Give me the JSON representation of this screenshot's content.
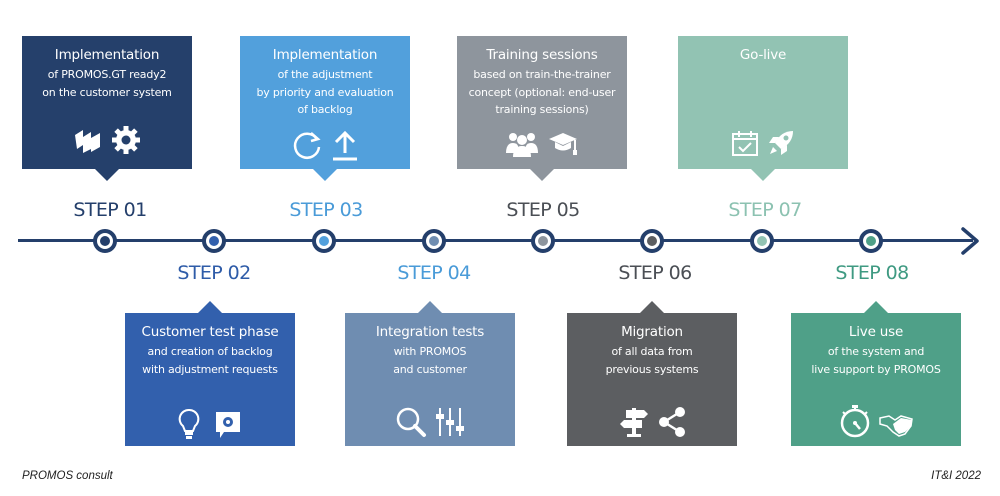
{
  "steps": [
    {
      "label": "STEP 01",
      "color": "#243f6b",
      "box_color": "#25406b",
      "title": "Implementation",
      "desc": [
        "of PROMOS.GT ready2",
        "on the customer system"
      ],
      "icons": [
        "promos-logo-icon",
        "gear-icon"
      ],
      "position": "top"
    },
    {
      "label": "STEP 02",
      "color": "#2f5ca8",
      "box_color": "#3260ad",
      "title": "Customer test phase",
      "desc": [
        "and creation of backlog",
        "with adjustment requests"
      ],
      "icons": [
        "lightbulb-icon",
        "settings-chat-icon"
      ],
      "position": "bottom"
    },
    {
      "label": "STEP 03",
      "color": "#4a9bd8",
      "box_color": "#52a0dc",
      "title": "Implementation",
      "desc": [
        "of the adjustment",
        "by priority and evaluation",
        "of backlog"
      ],
      "icons": [
        "refresh-icon",
        "upload-icon"
      ],
      "position": "top"
    },
    {
      "label": "STEP 04",
      "color": "#4a9bd8",
      "box_color": "#6f8db1",
      "title": "Integration tests",
      "desc": [
        "with PROMOS",
        "and customer"
      ],
      "icons": [
        "search-icon",
        "sliders-icon"
      ],
      "position": "bottom"
    },
    {
      "label": "STEP 05",
      "color": "#4b4f55",
      "box_color": "#8e959d",
      "title": "Training sessions",
      "desc": [
        "based on train-the-trainer",
        "concept (optional: end-user",
        "training sessions)"
      ],
      "icons": [
        "users-icon",
        "graduation-cap-icon"
      ],
      "position": "top"
    },
    {
      "label": "STEP 06",
      "color": "#4b4f55",
      "box_color": "#5c5e61",
      "title": "Migration",
      "desc": [
        "of all data from",
        "previous systems"
      ],
      "icons": [
        "signpost-icon",
        "share-icon"
      ],
      "position": "bottom"
    },
    {
      "label": "STEP 07",
      "color": "#8cc2b1",
      "box_color": "#92c3b3",
      "title": "Go-live",
      "desc": [],
      "icons": [
        "calendar-check-icon",
        "rocket-icon"
      ],
      "position": "top"
    },
    {
      "label": "STEP 08",
      "color": "#3f9a82",
      "box_color": "#4fa088",
      "title": "Live use",
      "desc": [
        "of the system and",
        "live support by PROMOS"
      ],
      "icons": [
        "stopwatch-icon",
        "handshake-icon"
      ],
      "position": "bottom"
    }
  ],
  "node_colors": [
    "#243f6b",
    "#3260ad",
    "#52a0dc",
    "#6f8db1",
    "#8e959d",
    "#5c5e61",
    "#92c3b3",
    "#4fa088"
  ],
  "timeline_color": "#243f6b",
  "footer": {
    "left": "PROMOS consult",
    "right": "IT&I 2022"
  }
}
